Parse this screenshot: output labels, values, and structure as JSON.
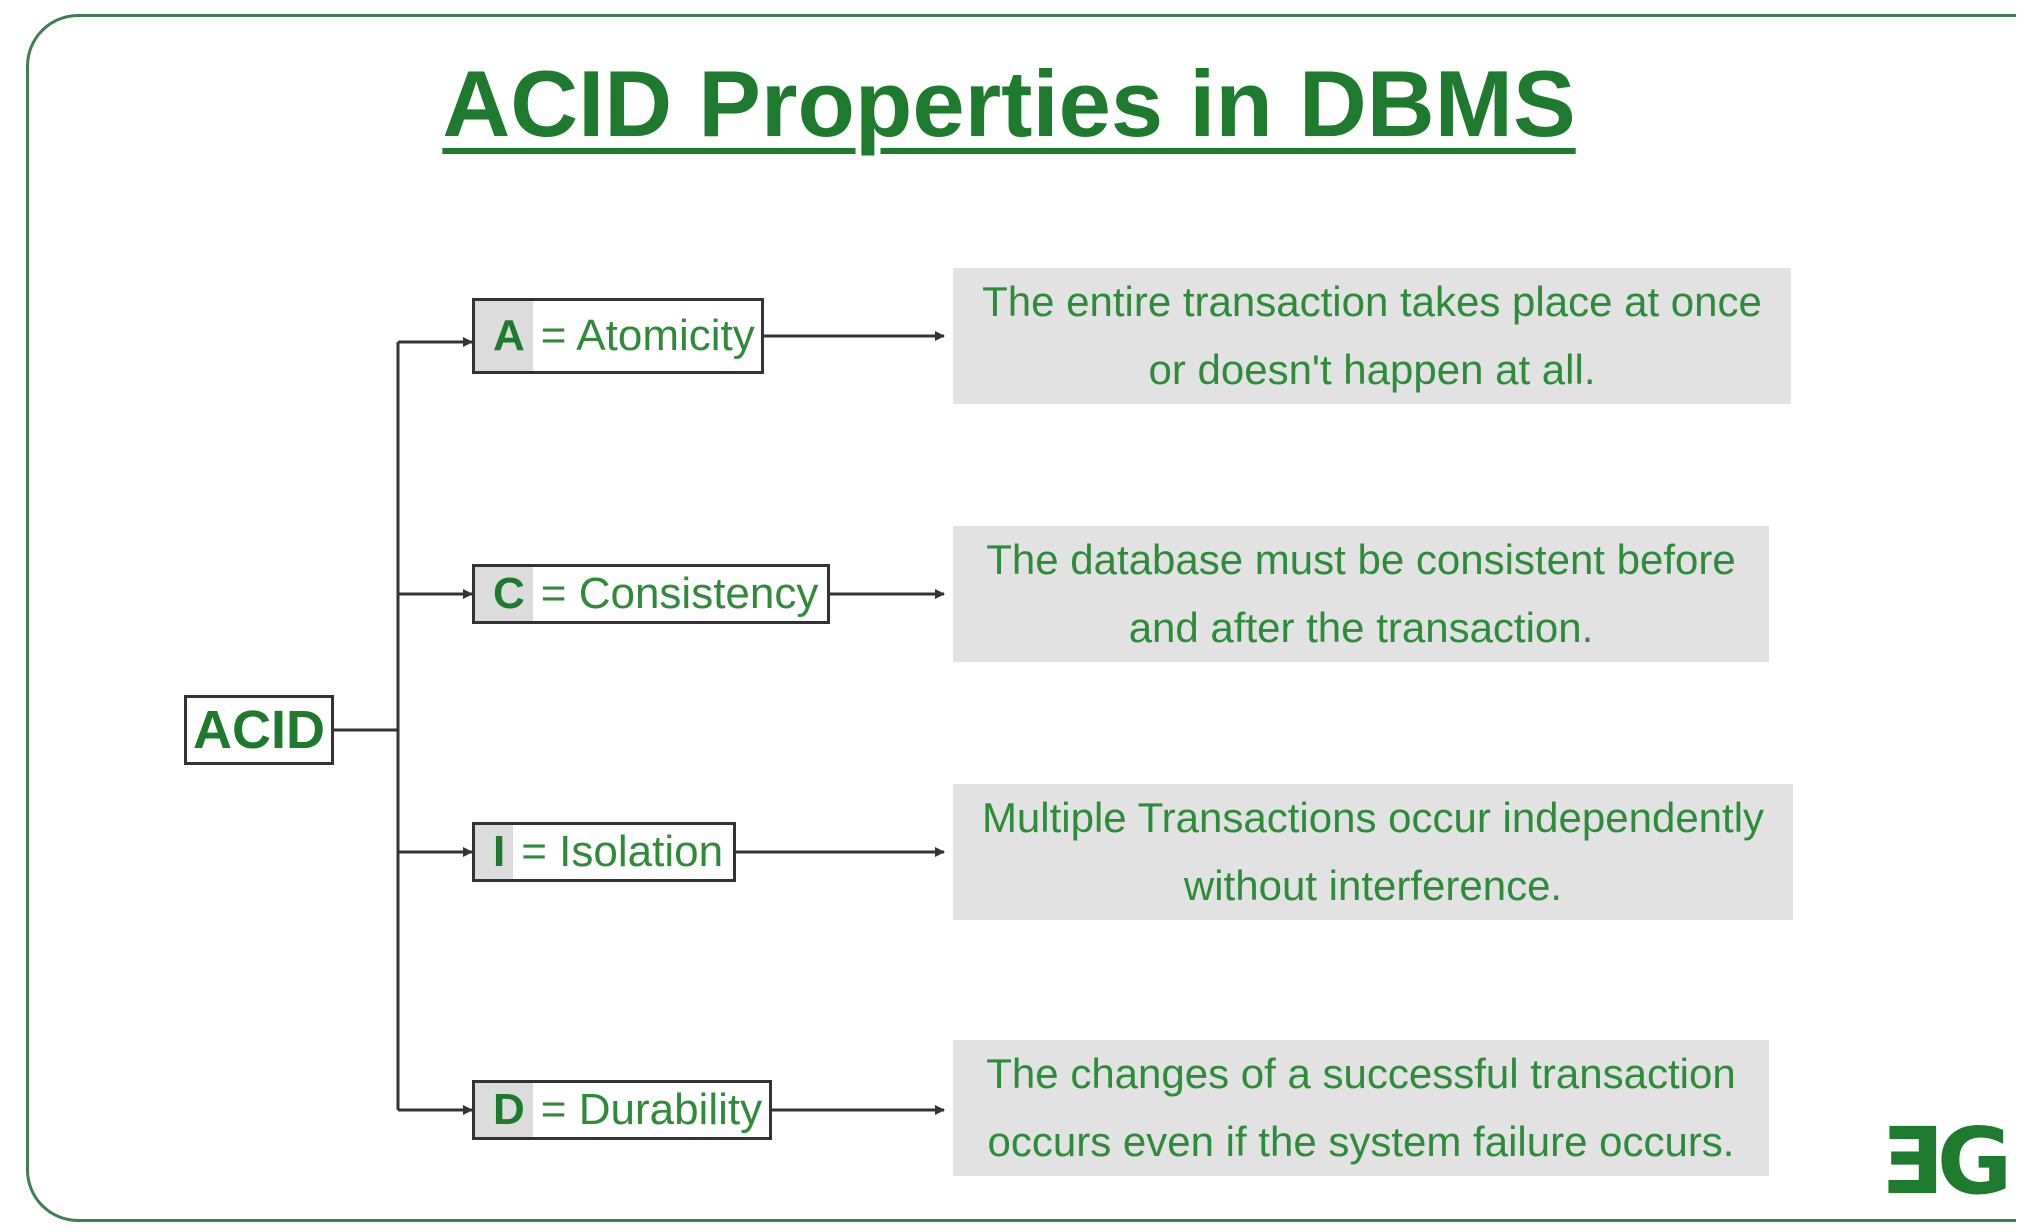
{
  "title": "ACID Properties in DBMS",
  "root": "ACID",
  "properties": [
    {
      "letter": "A",
      "name": "= Atomicity",
      "line1": "The entire transaction takes place at once",
      "line2": "or doesn't happen at all."
    },
    {
      "letter": "C",
      "name": "= Consistency",
      "line1": "The database must be consistent before",
      "line2": "and after the transaction."
    },
    {
      "letter": "I",
      "name": "= Isolation",
      "line1": "Multiple Transactions occur independently",
      "line2": "without interference."
    },
    {
      "letter": "D",
      "name": "= Durability",
      "line1": "The changes of a successful transaction",
      "line2": "occurs even if the system failure occurs."
    }
  ],
  "logo": {
    "text": "ƎG"
  },
  "colors": {
    "accent": "#1e7a2c",
    "frame": "#3f7d52",
    "desc_bg": "#e2e2e2"
  }
}
